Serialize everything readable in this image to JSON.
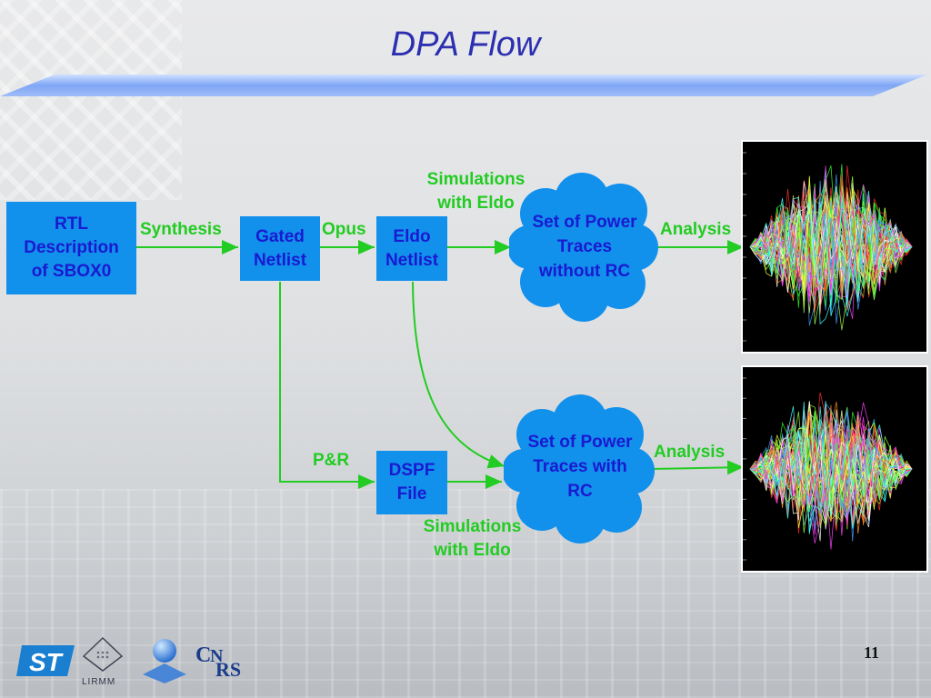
{
  "slide": {
    "title": "DPA Flow",
    "page_number": "11"
  },
  "boxes": {
    "rtl": "RTL\nDescription\nof SBOX0",
    "gated": "Gated\nNetlist",
    "eldo": "Eldo\nNetlist",
    "dspf": "DSPF\nFile"
  },
  "clouds": {
    "without_rc": "Set of Power\nTraces\nwithout RC",
    "with_rc": "Set of Power\nTraces with\nRC"
  },
  "labels": {
    "synthesis": "Synthesis",
    "opus": "Opus",
    "sim_top": "Simulations\nwith Eldo",
    "sim_bottom": "Simulations\nwith Eldo",
    "pr": "P&R",
    "analysis_top": "Analysis",
    "analysis_bottom": "Analysis"
  },
  "logos": {
    "lirmm": "LIRMM"
  },
  "colors": {
    "title": "#2b2fb0",
    "box_fill": "#1190ec",
    "box_text": "#1a1ad0",
    "arrow_label": "#22cc22",
    "plot_bg": "#000000"
  }
}
